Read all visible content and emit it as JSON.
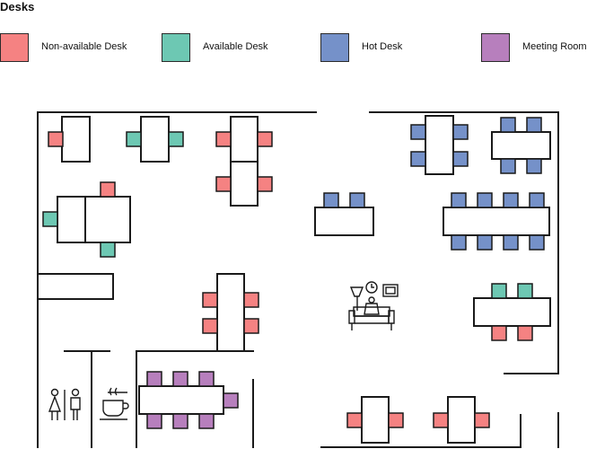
{
  "title": "Desks",
  "colors": {
    "non_available": "#f58282",
    "available": "#6dc8b3",
    "hot": "#7591c9",
    "meeting": "#b77fbd",
    "line": "#1a1a1a",
    "background": "#ffffff"
  },
  "legend": [
    {
      "key": "non_available",
      "label": "Non-available Desk"
    },
    {
      "key": "available",
      "label": "Available Desk"
    },
    {
      "key": "hot",
      "label": "Hot Desk"
    },
    {
      "key": "meeting",
      "label": "Meeting Room"
    }
  ],
  "icons": {
    "restroom": "restroom-icon",
    "coffee": "coffee-cup-icon",
    "lounge": "lounge-sofa-icon"
  }
}
